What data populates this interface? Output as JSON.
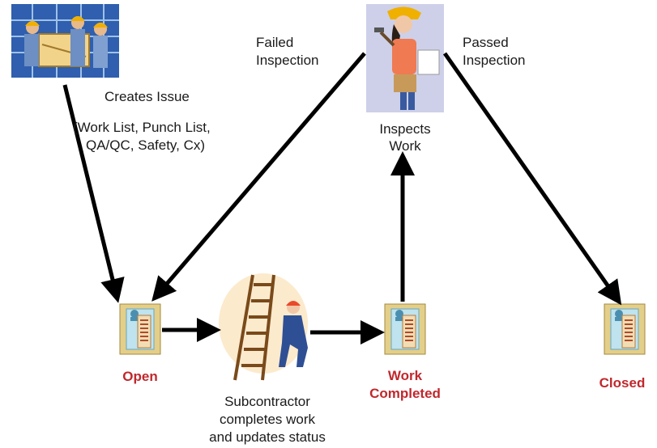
{
  "labels": {
    "creates_issue": "Creates Issue",
    "issue_types_line1": "(Work List, Punch List,",
    "issue_types_line2": "QA/QC, Safety, Cx)",
    "failed_line1": "Failed",
    "failed_line2": "Inspection",
    "passed_line1": "Passed",
    "passed_line2": "Inspection",
    "inspects_line1": "Inspects",
    "inspects_line2": "Work",
    "sub_line1": "Subcontractor",
    "sub_line2": "completes work",
    "sub_line3": "and updates status"
  },
  "statuses": {
    "open": "Open",
    "work_completed_line1": "Work",
    "work_completed_line2": "Completed",
    "closed": "Closed"
  },
  "colors": {
    "status_text": "#c0282d",
    "arrow": "#000000",
    "doc_bg": "#e3cf8a",
    "doc_card": "#bfe3ef"
  },
  "icons": {
    "workers": "construction-workers-icon",
    "inspector": "inspector-icon",
    "ladder": "ladder-worker-icon",
    "document": "issue-document-icon"
  }
}
